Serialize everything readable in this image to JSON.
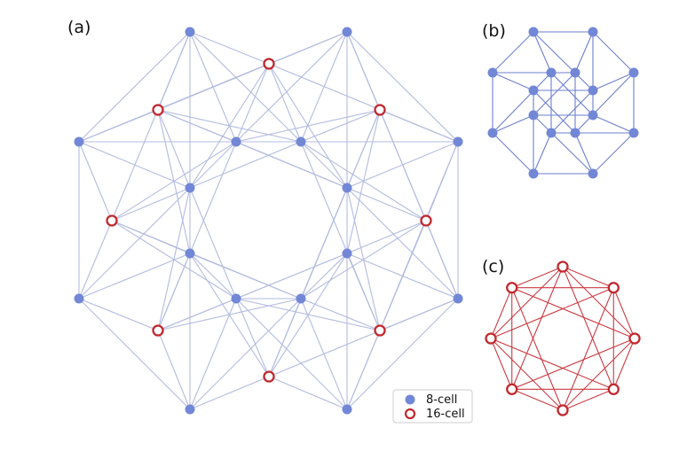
{
  "colors": {
    "cell8_node": "#7287d6",
    "cell8_edge_light": "#b3bbe0",
    "cell8_edge_dark": "#6d7fce",
    "cell16_node": "#c0282e",
    "cell16_edge": "#c93a40",
    "legend_border": "#cccccc"
  },
  "panels": {
    "a": {
      "label": "(a)"
    },
    "b": {
      "label": "(b)"
    },
    "c": {
      "label": "(c)"
    }
  },
  "legend": {
    "items": [
      {
        "label": "8-cell",
        "marker": "filled-circle",
        "color": "#7287d6"
      },
      {
        "label": "16-cell",
        "marker": "ring",
        "color": "#c0282e"
      }
    ]
  }
}
